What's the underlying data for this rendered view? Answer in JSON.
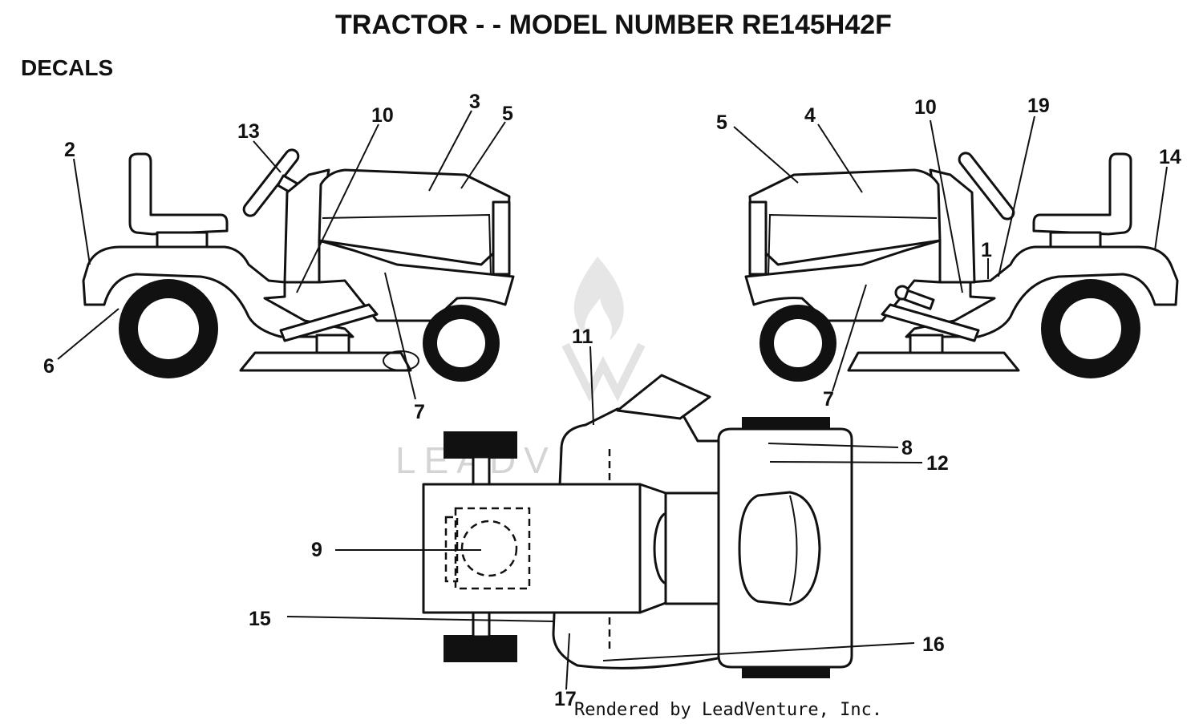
{
  "diagram": {
    "title": "TRACTOR - - MODEL NUMBER RE145H42F",
    "section": "DECALS",
    "watermark": "LEADVENTURE",
    "credit": "Rendered by LeadVenture, Inc.",
    "callouts": {
      "left_2": "2",
      "left_13": "13",
      "left_10": "10",
      "left_3": "3",
      "left_5": "5",
      "left_6": "6",
      "left_7": "7",
      "right_5": "5",
      "right_4": "4",
      "right_10": "10",
      "right_19": "19",
      "right_14": "14",
      "right_1": "1",
      "right_7": "7",
      "top_11": "11",
      "top_8": "8",
      "top_12": "12",
      "top_9": "9",
      "top_15": "15",
      "top_16": "16",
      "top_17": "17"
    }
  }
}
